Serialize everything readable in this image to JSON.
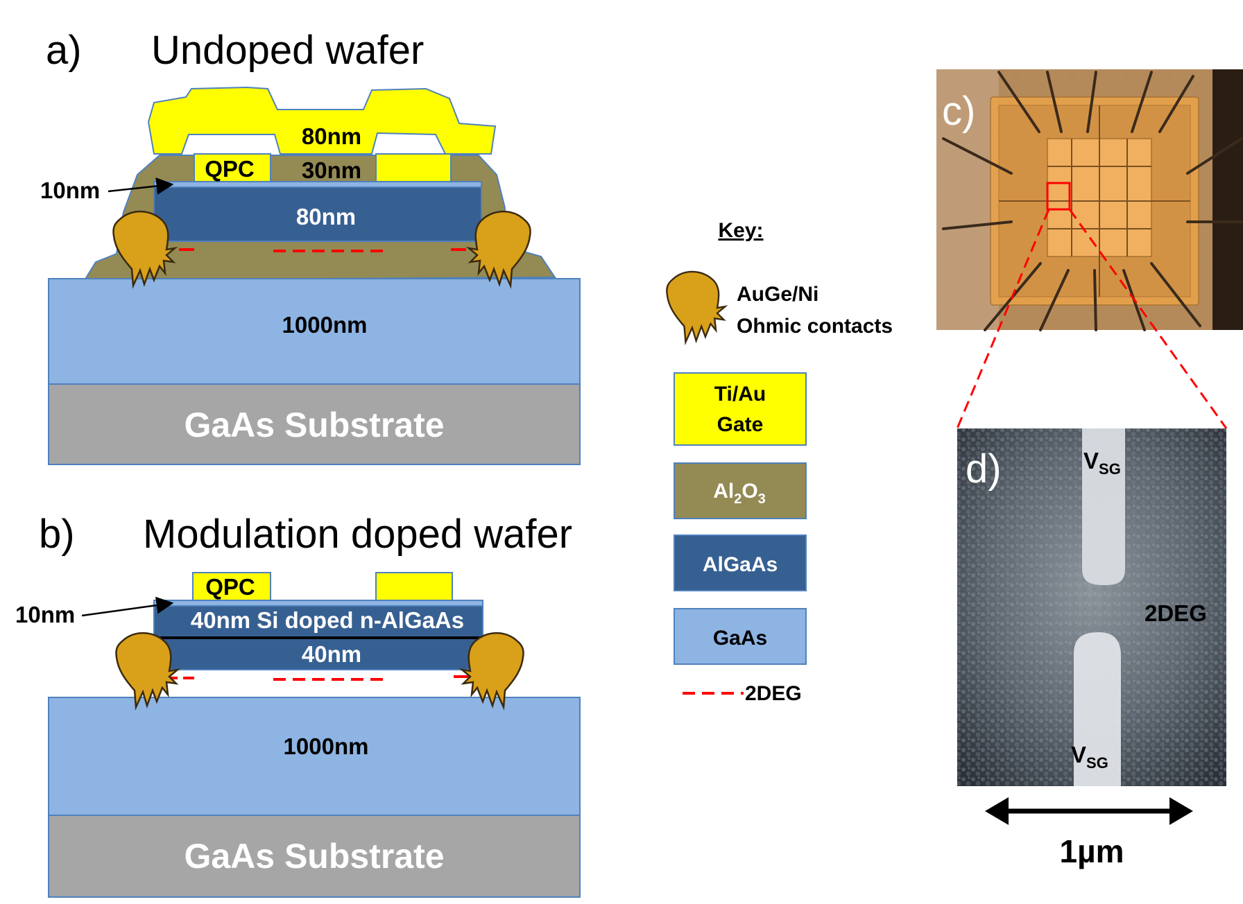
{
  "panel_a": {
    "letter": "a)",
    "title": "Undoped wafer",
    "gate_top_thickness": "80nm",
    "gate_label": "QPC",
    "oxide_thickness": "30nm",
    "cap_thickness": "10nm",
    "algaas_thickness": "80nm",
    "gaas_thickness": "1000nm",
    "substrate": "GaAs Substrate"
  },
  "panel_b": {
    "letter": "b)",
    "title": "Modulation doped wafer",
    "gate_label": "QPC",
    "cap_thickness": "10nm",
    "doped_layer": "40nm Si doped n-AlGaAs",
    "spacer_thickness": "40nm",
    "gaas_thickness": "1000nm",
    "substrate": "GaAs Substrate"
  },
  "key": {
    "title": "Key:",
    "ohmic_line1": "AuGe/Ni",
    "ohmic_line2": "Ohmic contacts",
    "gate_line1": "Ti/Au",
    "gate_line2": "Gate",
    "oxide_base": "Al",
    "oxide_sub1": "2",
    "oxide_mid": "O",
    "oxide_sub2": "3",
    "algaas": "AlGaAs",
    "gaas": "GaAs",
    "twodeg": "2DEG"
  },
  "panel_c": {
    "letter": "c)"
  },
  "panel_d": {
    "letter": "d)",
    "vsg_base_top": "V",
    "vsg_sub_top": "SG",
    "vsg_base_bottom": "V",
    "vsg_sub_bottom": "SG",
    "twodeg": "2DEG",
    "scale": "1µm"
  },
  "colors": {
    "gold": "#ffff00",
    "oxide": "#948a54",
    "algaas": "#376092",
    "gaas": "#8eb4e3",
    "substrate": "#a6a6a6",
    "ohmic": "#d9a01a",
    "twodeg": "#ff0000"
  }
}
